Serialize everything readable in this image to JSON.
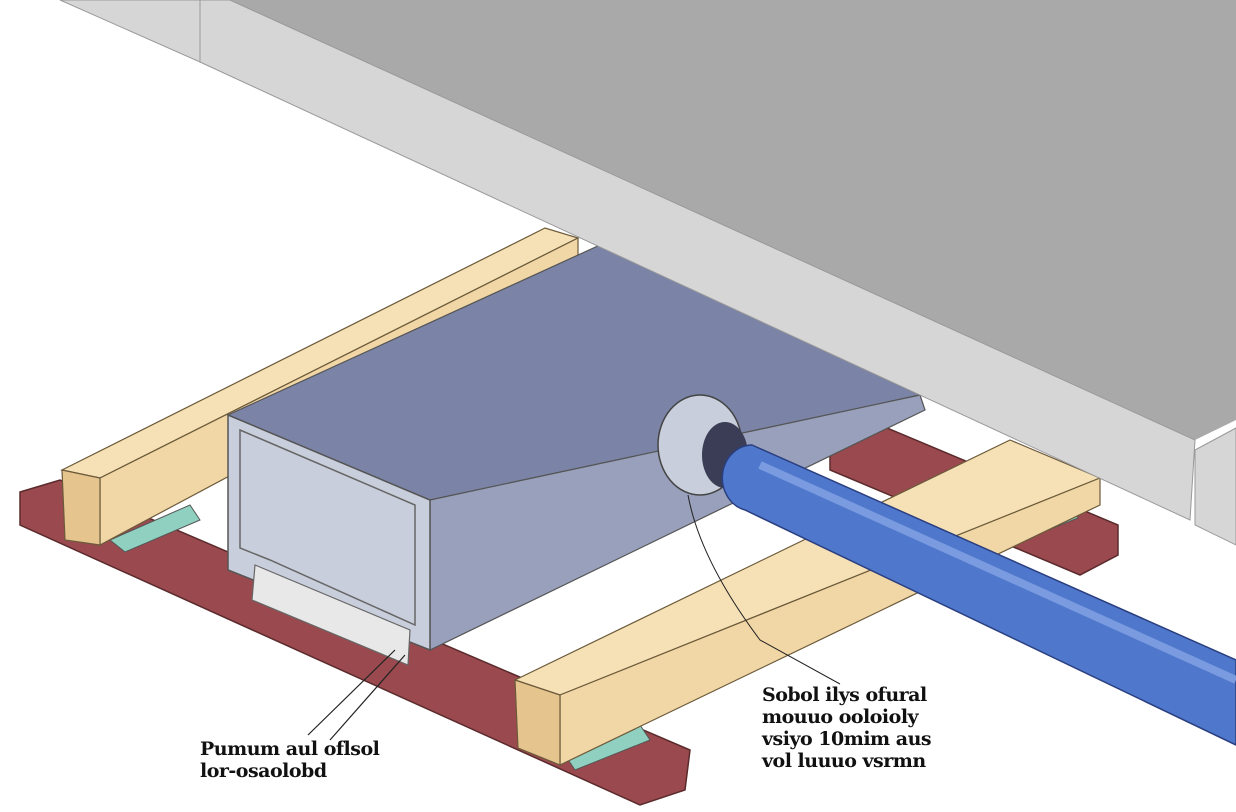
{
  "labels": {
    "left": {
      "line1": "Pumum aul oflsol",
      "line2": "lor-osaolobd"
    },
    "right": {
      "line1": "Sobol ilys ofural",
      "line2": "mouuo ooloioly",
      "line3": "vsiyo 10mim aus",
      "line4": "vol luuuo vsrmn"
    }
  },
  "colors": {
    "slab_top": "#a9a9a9",
    "slab_side": "#d6d6d6",
    "wood": "#f1d6a6",
    "board": "#9a4a4e",
    "box_top": "#7b84a6",
    "box_front": "#c9cedc",
    "pipe": "#4f78cc",
    "spacer": "#8fd0c0"
  }
}
